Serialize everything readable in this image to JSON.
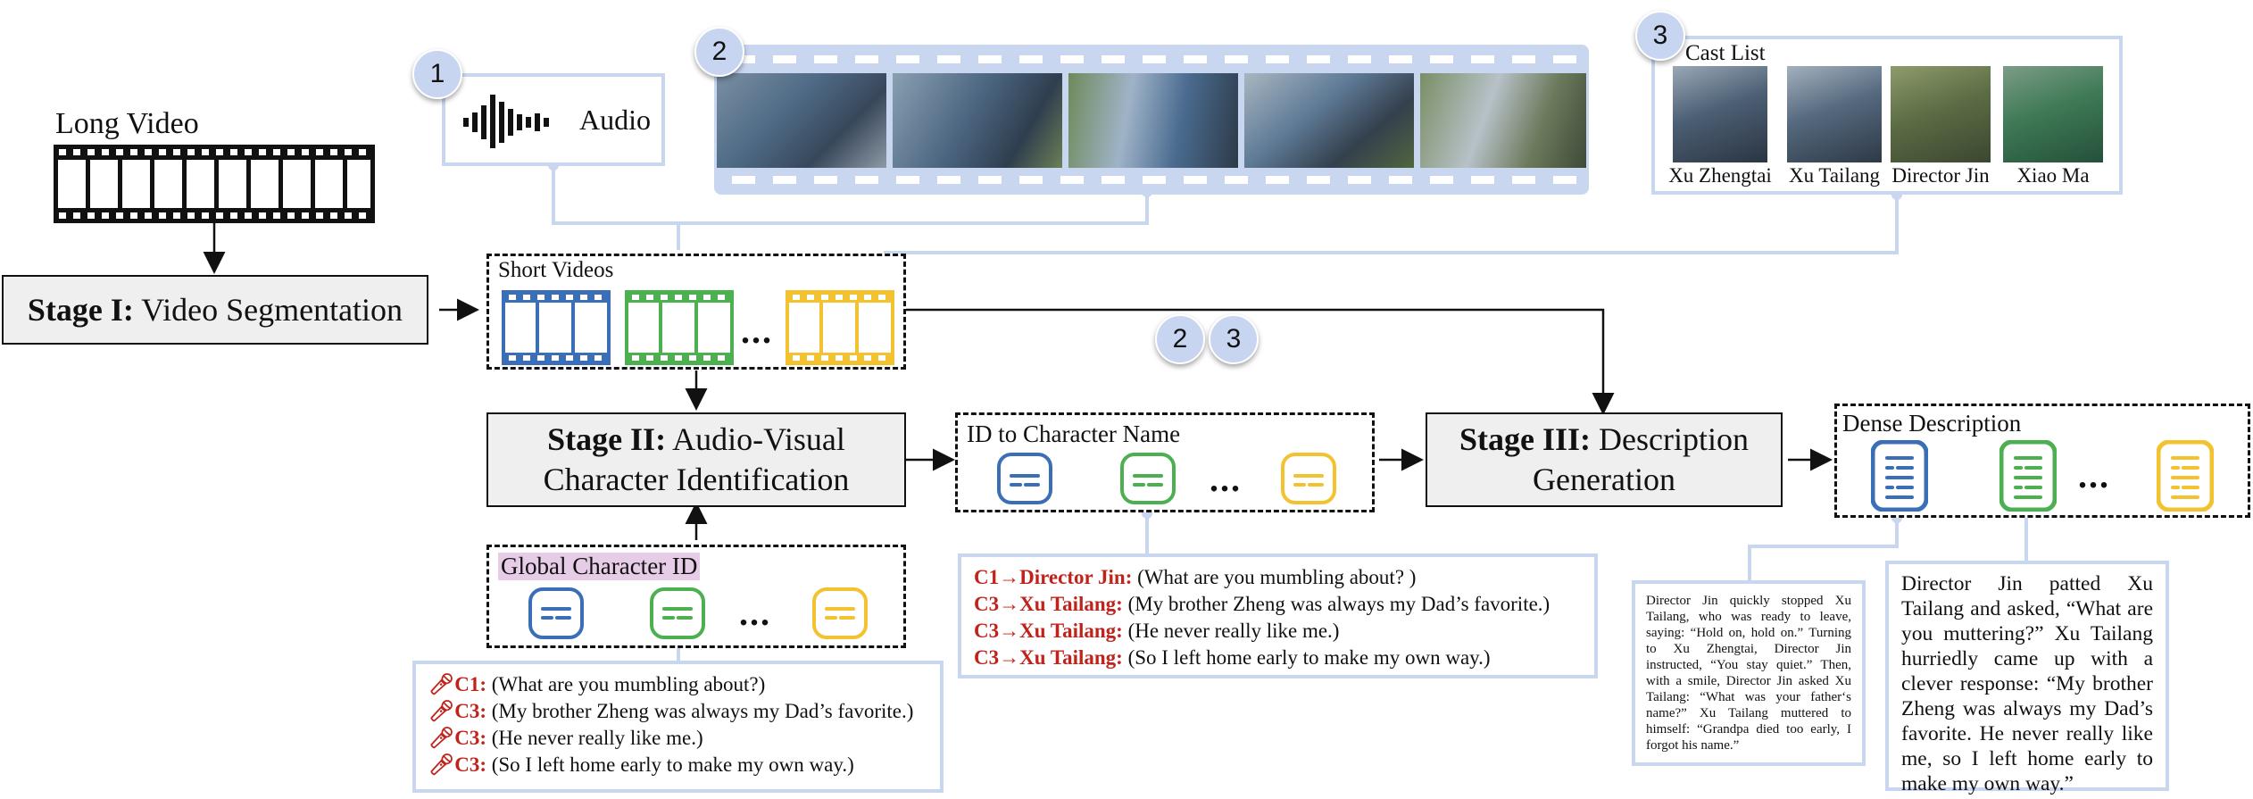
{
  "long_video": {
    "label": "Long Video"
  },
  "stage1": {
    "bold": "Stage I:",
    "text": " Video Segmentation"
  },
  "audio": {
    "number": "1",
    "label": "Audio"
  },
  "frames": {
    "number": "2"
  },
  "cast": {
    "number": "3",
    "title": "Cast List",
    "names": [
      "Xu Zhengtai",
      "Xu Tailang",
      "Director Jin",
      "Xiao Ma"
    ]
  },
  "short_videos": {
    "label": "Short Videos",
    "ellipsis": "..."
  },
  "badges_mid": [
    "2",
    "3"
  ],
  "stage2": {
    "bold": "Stage II:",
    "line1": " Audio-Visual",
    "line2": "Character Identification"
  },
  "global_id": {
    "label": "Global Character ID",
    "ellipsis": "..."
  },
  "id_to_name": {
    "label": "ID to Character Name",
    "ellipsis": "..."
  },
  "stage3": {
    "bold": "Stage III:",
    "line1": " Description",
    "line2": "Generation"
  },
  "dense": {
    "label": "Dense Description",
    "ellipsis": "..."
  },
  "transcript": [
    {
      "speaker": "C1:",
      "text": " (What are you mumbling about?)"
    },
    {
      "speaker": "C3:",
      "text": " (My brother Zheng was always my Dad’s favorite.)"
    },
    {
      "speaker": "C3:",
      "text": " (He never really like me.)"
    },
    {
      "speaker": "C3:",
      "text": " (So I left home early to make my own way.)"
    }
  ],
  "mapped": [
    {
      "speaker": "C1→Director Jin:",
      "text": " (What are you mumbling about? )"
    },
    {
      "speaker": "C3→Xu Tailang:",
      "text": " (My brother Zheng was always my Dad’s favorite.)"
    },
    {
      "speaker": "C3→Xu Tailang:",
      "text": " (He never really like me.)"
    },
    {
      "speaker": "C3→Xu Tailang:",
      "text": " (So I left home early to make my own way.)"
    }
  ],
  "desc_small": "Director Jin quickly stopped Xu Tailang, who was ready to leave, saying: “Hold on, hold on.” Turning to Xu Zhengtai, Director Jin instructed, “You stay quiet.” Then, with a smile, Director Jin asked Xu Tailang: “What was your father‘s name?” Xu Tailang muttered to himself: “Grandpa died too early, I forgot his name.”",
  "desc_large": "Director Jin patted Xu Tailang and asked, “What are you muttering?” Xu Tailang hurriedly came up with a clever response: “My brother Zheng was always my Dad’s favorite. He never really like me, so I left home early to make my own way.”",
  "colors": {
    "blue": "#3a6fb8",
    "green": "#4caf50",
    "yellow": "#f2c230",
    "red": "#c0231b",
    "light_blue": "#c9d6f0",
    "highlight": "#e6cce6"
  }
}
